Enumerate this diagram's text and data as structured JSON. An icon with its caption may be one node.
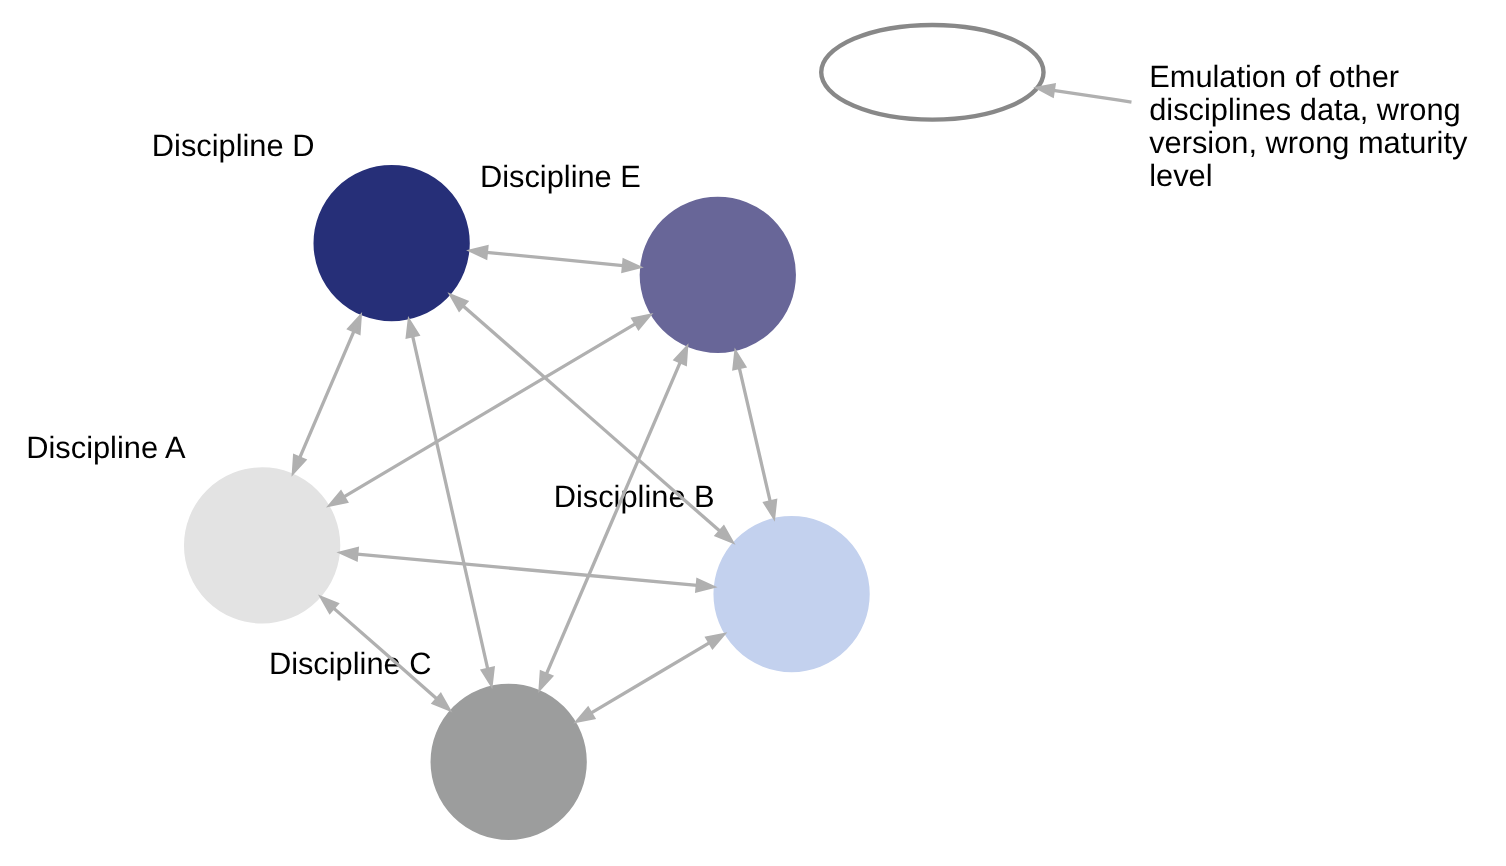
{
  "diagram": {
    "nodes": [
      {
        "text": [],
        "shape": "circle",
        "beside": [
          "Discipline A"
        ]
      },
      {
        "text": [],
        "shape": "circle",
        "beside": [
          "Discipline B"
        ]
      },
      {
        "text": [],
        "shape": "circle",
        "beside": [
          "Discipline C"
        ]
      },
      {
        "text": [],
        "shape": "circle",
        "beside": [
          "Discipline D"
        ]
      },
      {
        "text": [],
        "shape": "circle",
        "beside": [
          "Discipline E"
        ]
      },
      {
        "text": [],
        "shape": "ellipse"
      },
      {
        "text": [
          "Emulation of other disciplines data, wrong version, wrong maturity level"
        ]
      }
    ],
    "edges": [
      {
        "from": 0,
        "to": 1,
        "arrow": "both"
      },
      {
        "from": 0,
        "to": 4,
        "arrow": "both"
      },
      {
        "from": 0,
        "to": 3,
        "arrow": "both"
      },
      {
        "from": 0,
        "to": 2,
        "arrow": "both"
      },
      {
        "from": 1,
        "to": 4,
        "arrow": "both"
      },
      {
        "from": 1,
        "to": 3,
        "arrow": "both"
      },
      {
        "from": 1,
        "to": 2,
        "arrow": "both"
      },
      {
        "from": 4,
        "to": 2,
        "arrow": "both"
      },
      {
        "from": 4,
        "to": 3,
        "arrow": "both"
      },
      {
        "from": 3,
        "to": 2,
        "arrow": "both"
      },
      {
        "from": 6,
        "to": 5,
        "arrow": "to"
      }
    ]
  }
}
